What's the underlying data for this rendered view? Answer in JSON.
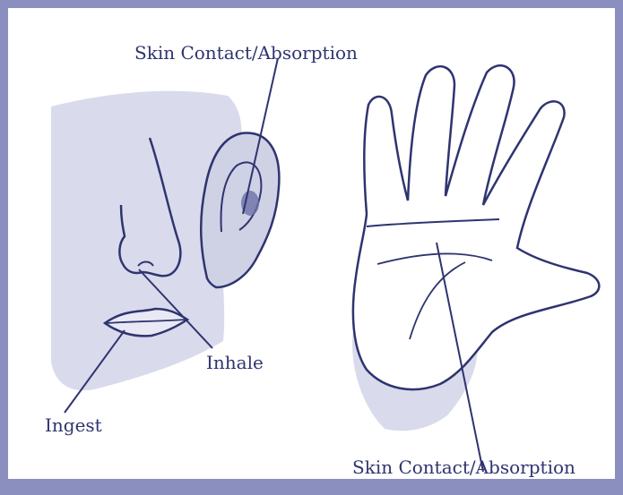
{
  "labels": {
    "top": "Skin Contact/Absorption",
    "inhale": "Inhale",
    "ingest": "Ingest",
    "bottom": "Skin Contact/Absorption"
  },
  "colors": {
    "frame": "#8b8fbf",
    "background": "#ffffff",
    "fill": "#d9daeb",
    "line": "#2f3470"
  }
}
